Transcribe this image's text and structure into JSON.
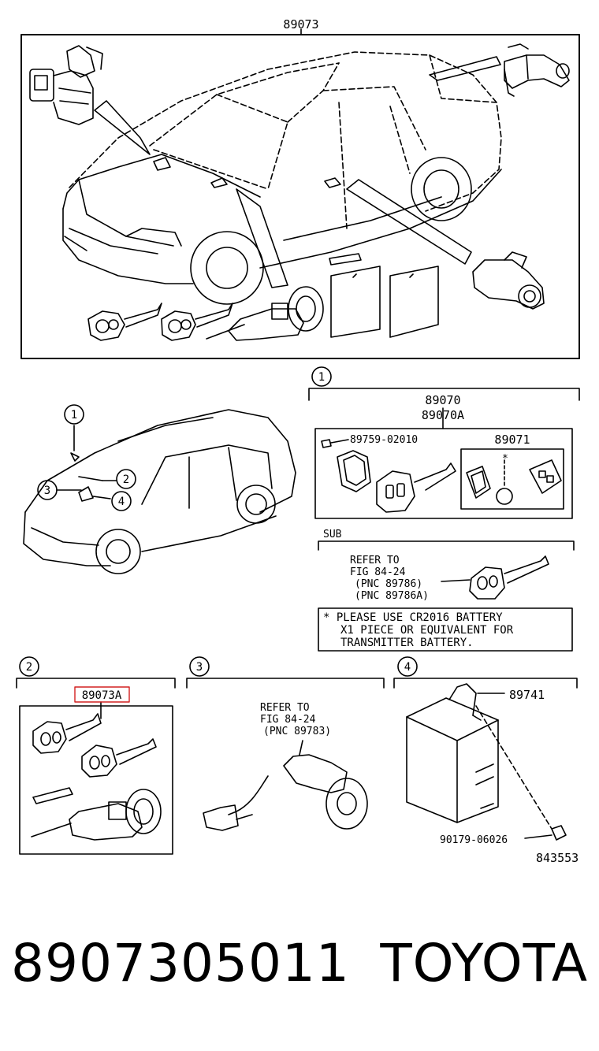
{
  "top_panel": {
    "part_number": "89073"
  },
  "section1": {
    "index": "1",
    "header_line1": "89070",
    "header_line2": "89070A",
    "screw_part": "89759-02010",
    "transmitter_part": "89071",
    "asterisk": "*",
    "sub_label": "SUB",
    "refer_line1": "REFER TO",
    "refer_line2": "FIG 84-24",
    "refer_line3": "(PNC 89786)",
    "refer_line4": "(PNC 89786A)",
    "note_line1": "* PLEASE USE CR2016 BATTERY",
    "note_line2": "X1 PIECE OR EQUIVALENT FOR",
    "note_line3": "TRANSMITTER BATTERY."
  },
  "locator": {
    "c1": "1",
    "c2": "2",
    "c3": "3",
    "c4": "4"
  },
  "section2": {
    "index": "2",
    "part_number": "89073A",
    "highlight_color": "#d22020"
  },
  "section3": {
    "index": "3",
    "refer_line1": "REFER TO",
    "refer_line2": "FIG 84-24",
    "refer_line3": "(PNC 89783)"
  },
  "section4": {
    "index": "4",
    "part_a": "89741",
    "part_b": "90179-06026",
    "diagram_id": "843553"
  },
  "footer": {
    "part_number": "8907305011",
    "brand": "TOYOTA"
  }
}
